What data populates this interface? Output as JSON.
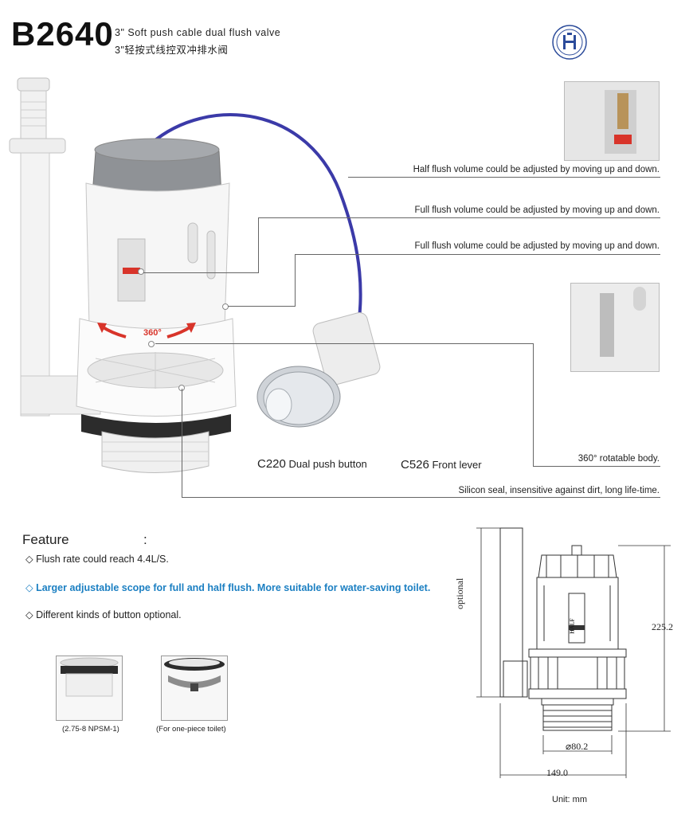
{
  "header": {
    "model": "B2640",
    "subtitle_en": "3\" Soft push cable dual flush valve",
    "subtitle_cn": "3\"轻按式线控双冲排水阀"
  },
  "callouts": [
    "Half  flush volume could be adjusted by moving up and down.",
    "Full flush volume could be adjusted by moving up  and down.",
    "Full flush volume could be adjusted by moving up  and down.",
    "360° rotatable  body.",
    "Silicon seal, insensitive against dirt, long life-time."
  ],
  "products": {
    "c220_code": "C220",
    "c220_name": "Dual push button",
    "c526_code": "C526",
    "c526_name": "Front lever",
    "rotation_label": "360°"
  },
  "features": {
    "title": "Feature",
    "colon": ":",
    "items": [
      "◇ Flush rate could reach 4.4L/S.",
      "◇ Larger adjustable scope for full and half flush. More suitable for water-saving toilet.",
      "◇ Different kinds of button optional."
    ]
  },
  "options": [
    {
      "caption": "(2.75-8 NPSM-1)"
    },
    {
      "caption": "(For one-piece toilet)"
    }
  ],
  "drawing": {
    "height": "225.2",
    "base": "⌀80.2",
    "width": "149.0",
    "side": "optional",
    "half_mark": "HALF",
    "unit": "Unit: mm"
  },
  "colors": {
    "accent_blue": "#1b7fc2",
    "arrow_red": "#d8342a",
    "cable": "#3b3aa8"
  }
}
